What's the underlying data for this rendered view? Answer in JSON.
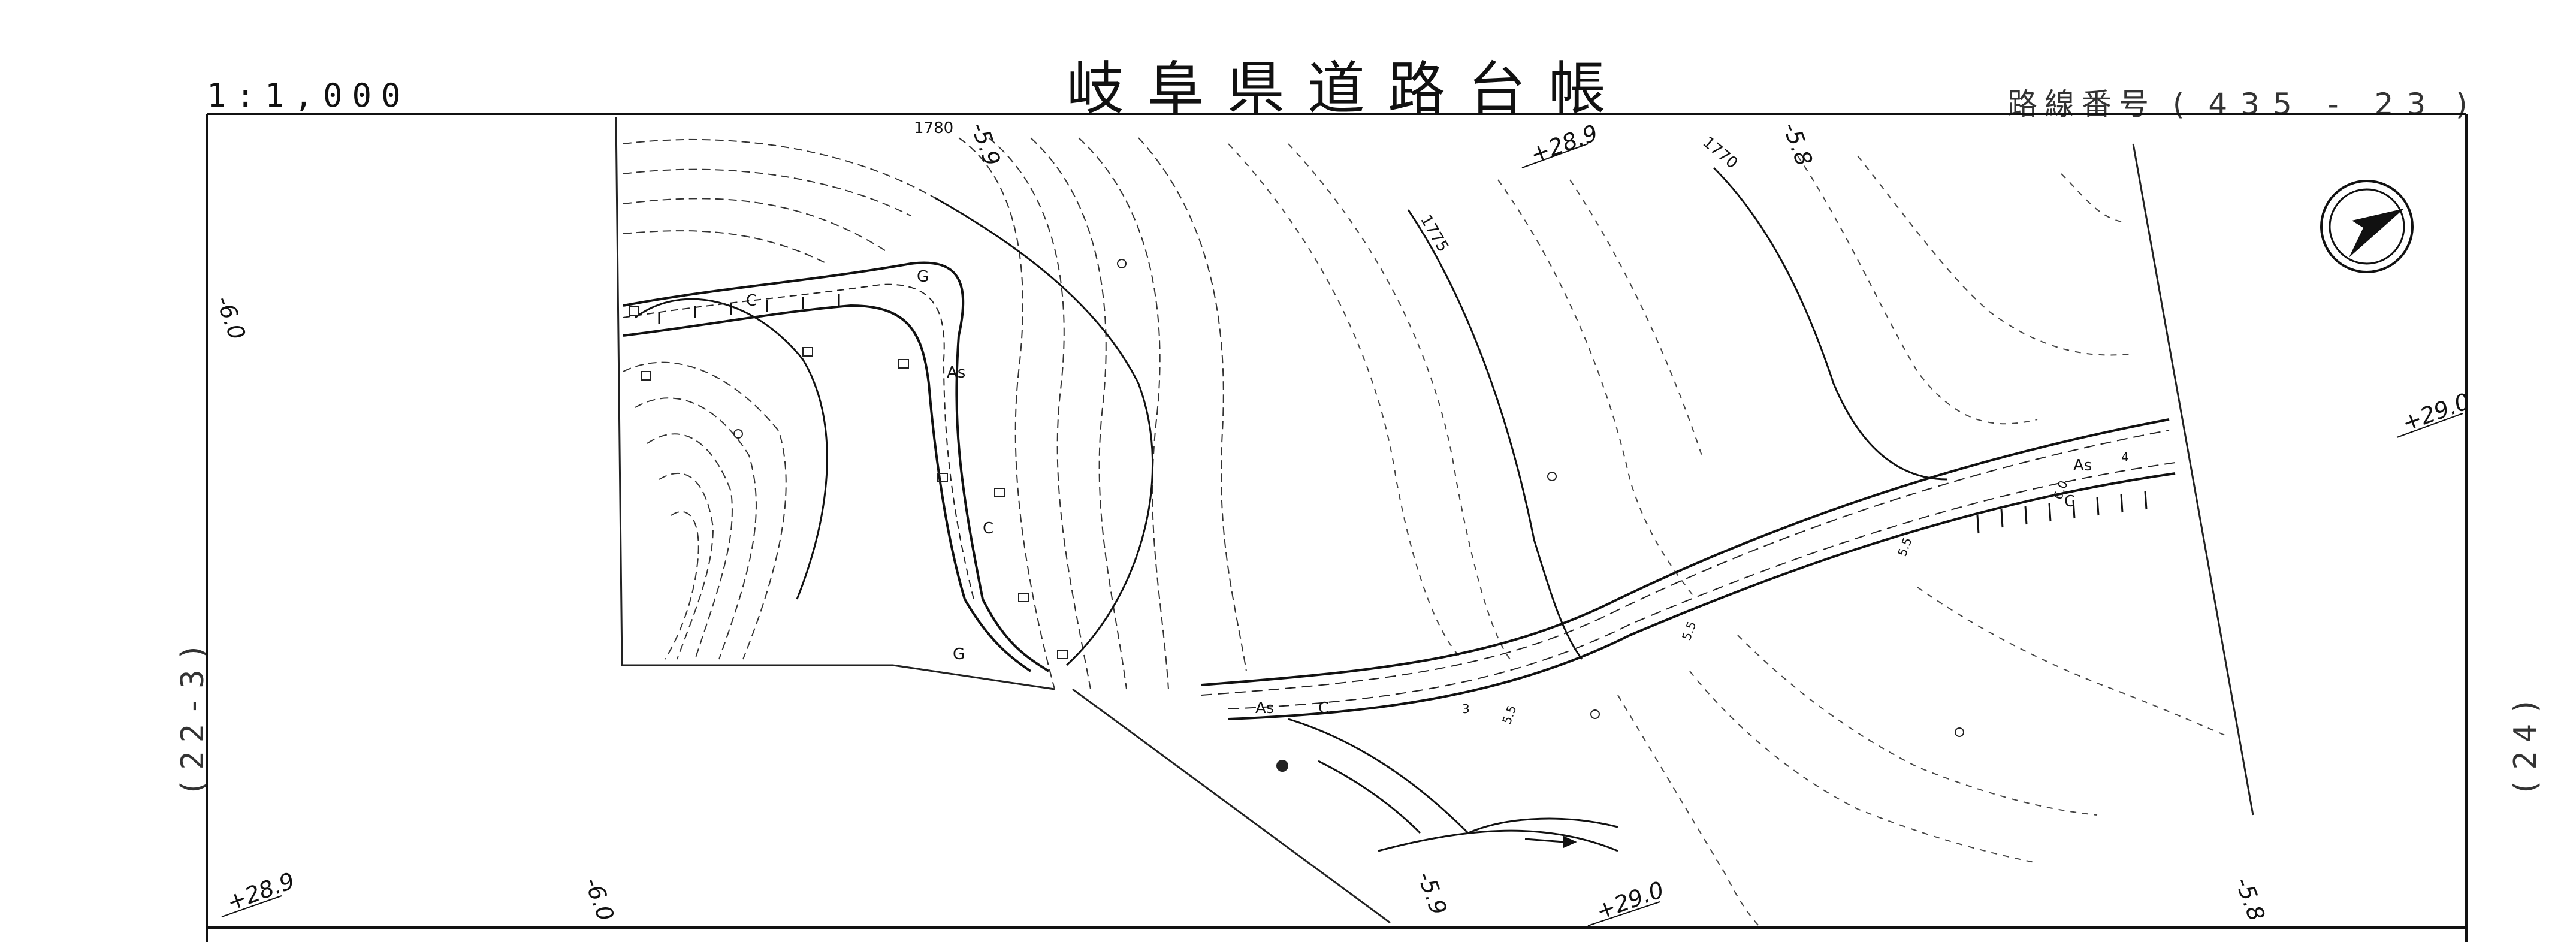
{
  "header": {
    "title": "岐阜県道路台帳",
    "scale": "1:1,000",
    "route_label": "路線番号",
    "route_open": "(",
    "route_number": "435 - 23",
    "route_close": ")"
  },
  "sheets": {
    "left": "(22-3)",
    "right": "(24)"
  },
  "map": {
    "elevations": [
      "-6.0",
      "-5.9",
      "+28.9",
      "-5.8",
      "+29.0",
      "-6.0",
      "+28.9",
      "-5.9",
      "+29.0",
      "-5.8"
    ],
    "contours": [
      "1780",
      "1775",
      "1770"
    ],
    "surfaces": [
      "As",
      "C",
      "G"
    ],
    "widths": [
      "6.0",
      "5.5",
      "5.5",
      "5.5",
      "3",
      "4"
    ],
    "north_arrow": "compass-north-arrow"
  }
}
